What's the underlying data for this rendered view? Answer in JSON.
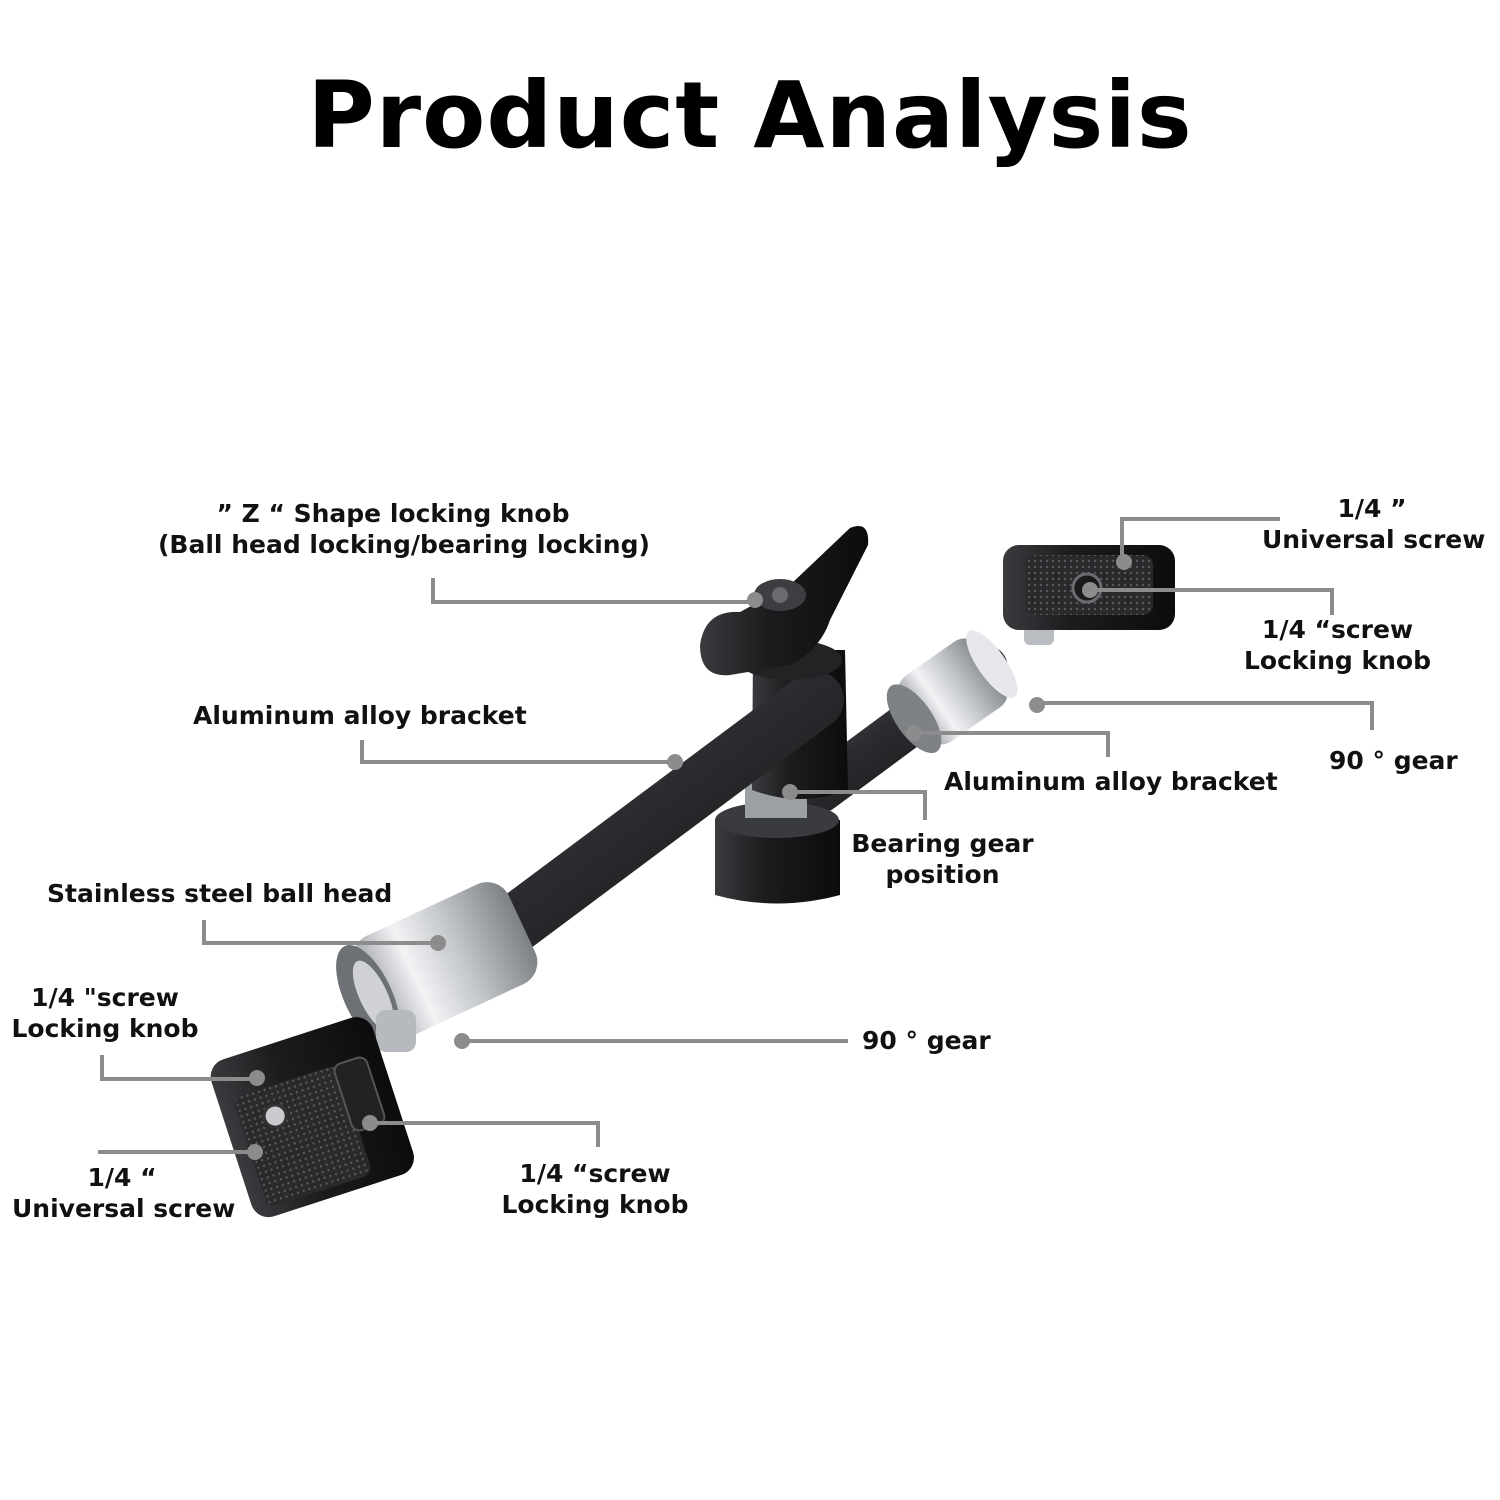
{
  "title": "Product Analysis",
  "colors": {
    "leader_line": "#8c8c8c",
    "text": "#111111",
    "body": "#2b2b2e",
    "steel": "#c9ccd0"
  },
  "callouts": {
    "z_knob": {
      "line1": "” Z “  Shape locking knob",
      "line2": "(Ball head locking/bearing locking)"
    },
    "top_right_screw": {
      "line1": "1/4 ”",
      "line2": "Universal screw"
    },
    "top_right_knob": {
      "line1": "1/4 “screw",
      "line2": "Locking knob"
    },
    "bracket_left": {
      "line1": "Aluminum alloy bracket"
    },
    "gear_top_right": {
      "line1": "90 ° gear"
    },
    "bracket_right": {
      "line1": "Aluminum alloy bracket"
    },
    "bearing_gear": {
      "line1": "Bearing gear",
      "line2": "position"
    },
    "ball_head": {
      "line1": "Stainless steel ball head"
    },
    "bottom_left_knob": {
      "line1": "1/4 \"screw",
      "line2": "Locking knob"
    },
    "gear_bottom": {
      "line1": "90 ° gear"
    },
    "bottom_left_screw": {
      "line1": "1/4 “",
      "line2": "Universal screw"
    },
    "bottom_knob": {
      "line1": "1/4 “screw",
      "line2": "Locking knob"
    }
  }
}
